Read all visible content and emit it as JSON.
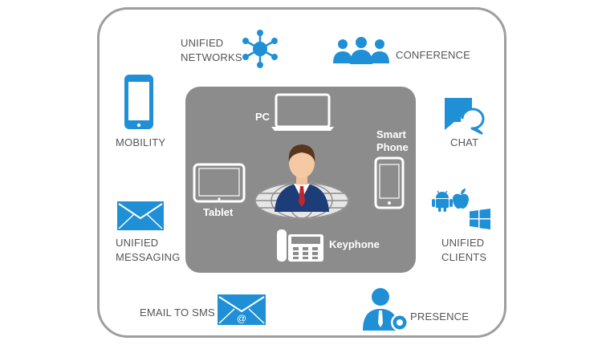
{
  "features": {
    "unified_networks": {
      "line1": "UNIFIED",
      "line2": "NETWORKS"
    },
    "conference": "CONFERENCE",
    "mobility": "MOBILITY",
    "chat": "CHAT",
    "unified_messaging": {
      "line1": "UNIFIED",
      "line2": "MESSAGING"
    },
    "unified_clients": {
      "line1": "UNIFIED",
      "line2": "CLIENTS"
    },
    "email_to_sms": "EMAIL TO SMS",
    "presence": "PRESENCE"
  },
  "devices": {
    "pc": "PC",
    "smart_phone": {
      "line1": "Smart",
      "line2": "Phone"
    },
    "tablet": "Tablet",
    "keyphone": "Keyphone"
  },
  "colors": {
    "accent": "#1f8fd6",
    "frame": "#9e9e9e",
    "core_panel": "#8c8c8c",
    "label": "#555555"
  }
}
